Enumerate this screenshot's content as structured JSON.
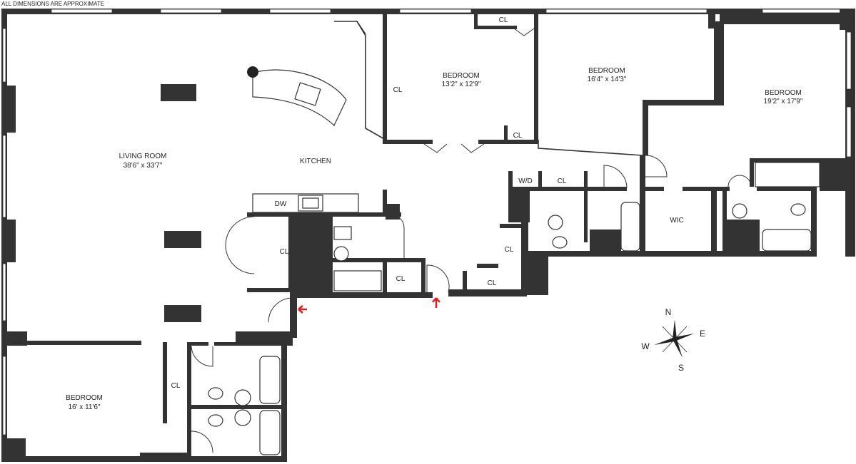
{
  "disclaimer": "ALL DIMENSIONS ARE APPROXIMATE",
  "rooms": {
    "living_room": {
      "name": "LIVING ROOM",
      "dims": "38'6\" x 33'7\""
    },
    "kitchen": {
      "name": "KITCHEN"
    },
    "bedroom_1": {
      "name": "BEDROOM",
      "dims": "13'2\" x 12'9\""
    },
    "bedroom_2": {
      "name": "BEDROOM",
      "dims": "16'4\" x 14'3\""
    },
    "bedroom_3": {
      "name": "BEDROOM",
      "dims": "19'2\" x 17'9\""
    },
    "bedroom_4": {
      "name": "BEDROOM",
      "dims": "16' x 11'6\""
    }
  },
  "labels": {
    "cl": "CL",
    "dw": "DW",
    "wd": "W/D",
    "wic": "WIC"
  },
  "compass": {
    "n": "N",
    "e": "E",
    "s": "S",
    "w": "W"
  },
  "colors": {
    "wall": "#333333",
    "arrow": "#e02020",
    "background": "#ffffff"
  }
}
